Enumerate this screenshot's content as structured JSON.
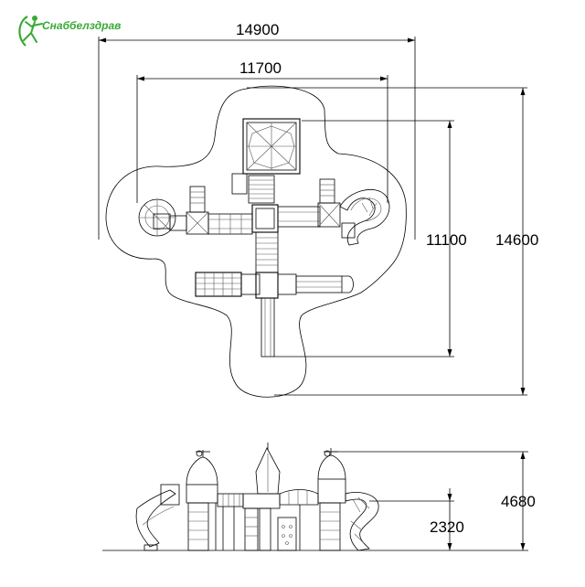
{
  "logo": {
    "text": "Снаббелздрав",
    "color": "#3aa935",
    "icon": "stick-figure-icon"
  },
  "plan_view": {
    "dim_overall_width": "14900",
    "dim_frame_width": "11700",
    "dim_frame_depth": "11100",
    "dim_overall_depth": "14600"
  },
  "elevation_view": {
    "dim_total_height": "4680",
    "dim_platform_height": "2320"
  }
}
